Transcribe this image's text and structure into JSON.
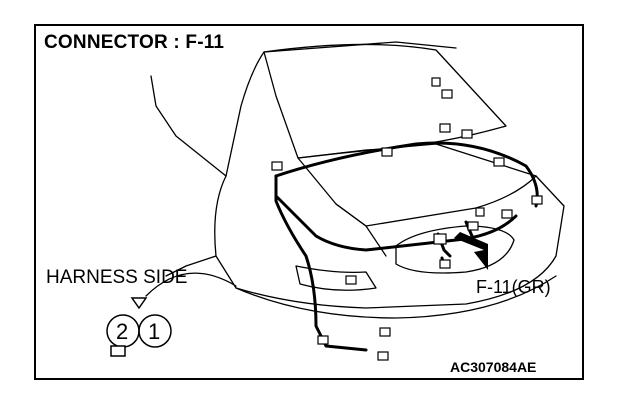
{
  "title": "CONNECTOR : F-11",
  "harness_side_label": "HARNESS SIDE",
  "connector_callout": "F-11(GR)",
  "figure_code": "AC307084AE",
  "connector_pins": [
    "2",
    "1"
  ],
  "colors": {
    "line": "#000000",
    "background": "#ffffff"
  },
  "icons": [
    "car-rear-illustration",
    "wiring-harness",
    "pointer-arrow",
    "connector-terminal-face",
    "key-triangle"
  ]
}
